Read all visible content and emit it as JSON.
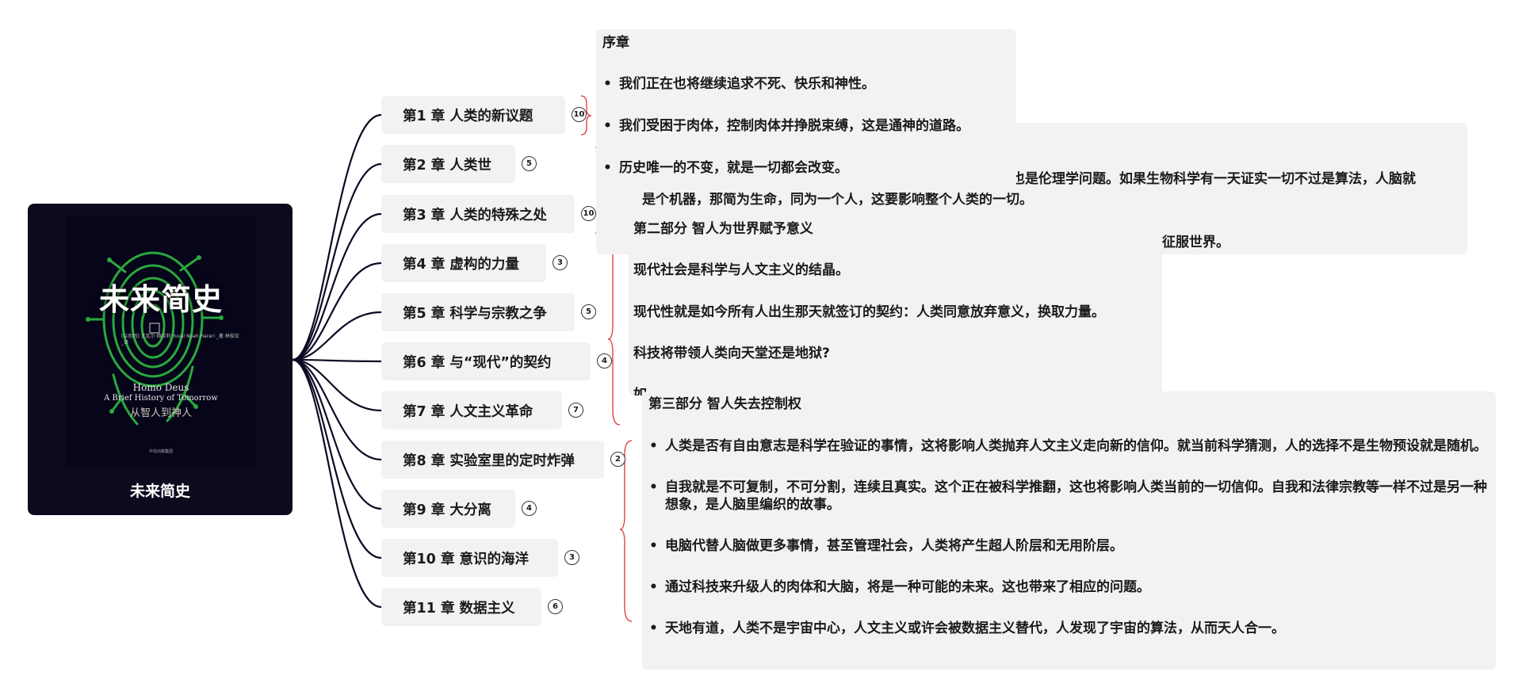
{
  "root": {
    "label": "未来简史",
    "cover": {
      "title": "未来简史",
      "authors": "[以色列] 尤瓦尔·赫拉利  Yuval Noah Harari _著  林俊宏 _译",
      "english_title_line1": "Homo Deus",
      "english_title_line2": "A Brief History of Tomorrow",
      "subtitle": "从智人到神人",
      "publisher": "中信出版集团"
    }
  },
  "chapters": [
    {
      "label": "第1 章 人类的新议题",
      "count": "10"
    },
    {
      "label": "第2 章 人类世",
      "count": "5"
    },
    {
      "label": "第3 章 人类的特殊之处",
      "count": "10"
    },
    {
      "label": "第4 章 虚构的力量",
      "count": "3"
    },
    {
      "label": "第5 章 科学与宗教之争",
      "count": "5"
    },
    {
      "label": "第6 章 与“现代”的契约",
      "count": "4"
    },
    {
      "label": "第7 章 人文主义革命",
      "count": "7"
    },
    {
      "label": "第8 章 实验室里的定时炸弹",
      "count": "2"
    },
    {
      "label": "第9 章 大分离",
      "count": "4"
    },
    {
      "label": "第10 章 意识的海洋",
      "count": "3"
    },
    {
      "label": "第11 章 数据主义",
      "count": "6"
    }
  ],
  "panels": {
    "preface": {
      "title": "序章",
      "items": [
        "我们正在也将继续追求不死、快乐和神性。",
        "我们受困于肉体，控制肉体并挣脱束缚，这是通神的道路。",
        "历史唯一的不变，就是一切都会改变。"
      ]
    },
    "part1_hidden": {
      "line1": "也是伦理学问题。如果生物科学有一天证实一切不过是算法，人脑就",
      "line2": "是个机器，那简为生命，同为一个人，这要影响整个人类的一切。",
      "line3": "征服世界。"
    },
    "part2": {
      "title": "第二部分 智人为世界赋予意义",
      "lines": [
        "现代社会是科学与人文主义的结晶。",
        "现代性就是如今所有人出生那天就签订的契约：人类同意放弃意义，换取力量。",
        "科技将带领人类向天堂还是地狱?",
        "如"
      ]
    },
    "part3": {
      "title": "第三部分 智人失去控制权",
      "items": [
        "人类是否有自由意志是科学在验证的事情，这将影响人类抛弃人文主义走向新的信仰。就当前科学猜测，人的选择不是生物预设就是随机。",
        "自我就是不可复制，不可分割，连续且真实。这个正在被科学推翻，这也将影响人类当前的一切信仰。自我和法律宗教等一样不过是另一种想象，是人脑里编织的故事。",
        "电脑代替人脑做更多事情，甚至管理社会，人类将产生超人阶层和无用阶层。",
        "通过科技来升级人的肉体和大脑，将是一种可能的未来。这也带来了相应的问题。",
        "天地有道，人类不是宇宙中心，人文主义或许会被数据主义替代，人发现了宇宙的算法，从而天人合一。"
      ]
    }
  },
  "colors": {
    "root_bg": "#0d0a1e",
    "node_bg": "#f2f2f2",
    "connector": "#0c0a23",
    "bracket": "#e0342f"
  }
}
